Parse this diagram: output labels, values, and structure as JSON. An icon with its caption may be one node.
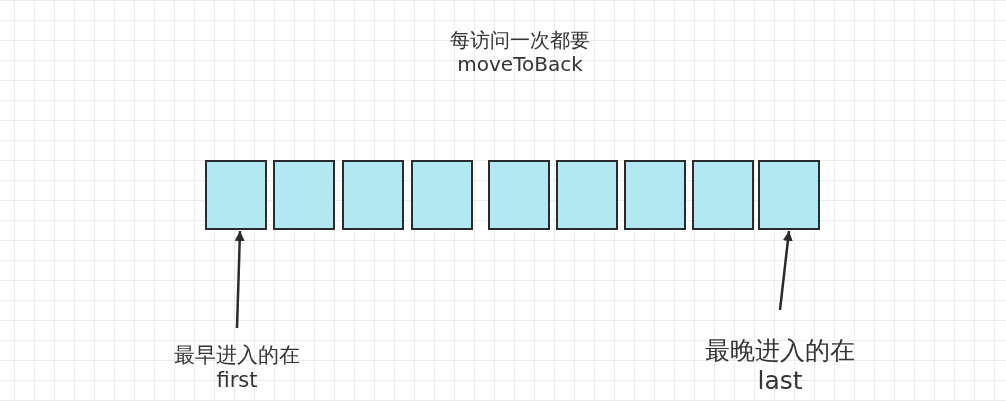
{
  "diagram": {
    "nodes": [
      {
        "text": [],
        "shape": "box"
      },
      {
        "text": [],
        "shape": "box"
      },
      {
        "text": [],
        "shape": "box"
      },
      {
        "text": [],
        "shape": "box"
      },
      {
        "text": [],
        "shape": "box"
      },
      {
        "text": [],
        "shape": "box"
      },
      {
        "text": [],
        "shape": "box"
      },
      {
        "text": [],
        "shape": "box"
      },
      {
        "text": [],
        "shape": "box"
      },
      {
        "text": [
          "最早进入的在 first"
        ]
      },
      {
        "text": [
          "最晚进入的在 last"
        ]
      }
    ],
    "edges": [
      {
        "from": 9,
        "to": 0,
        "arrow": "to"
      },
      {
        "from": 10,
        "to": 8,
        "arrow": "to"
      }
    ],
    "labels": [
      "每访问一次都要 moveToBack"
    ]
  }
}
